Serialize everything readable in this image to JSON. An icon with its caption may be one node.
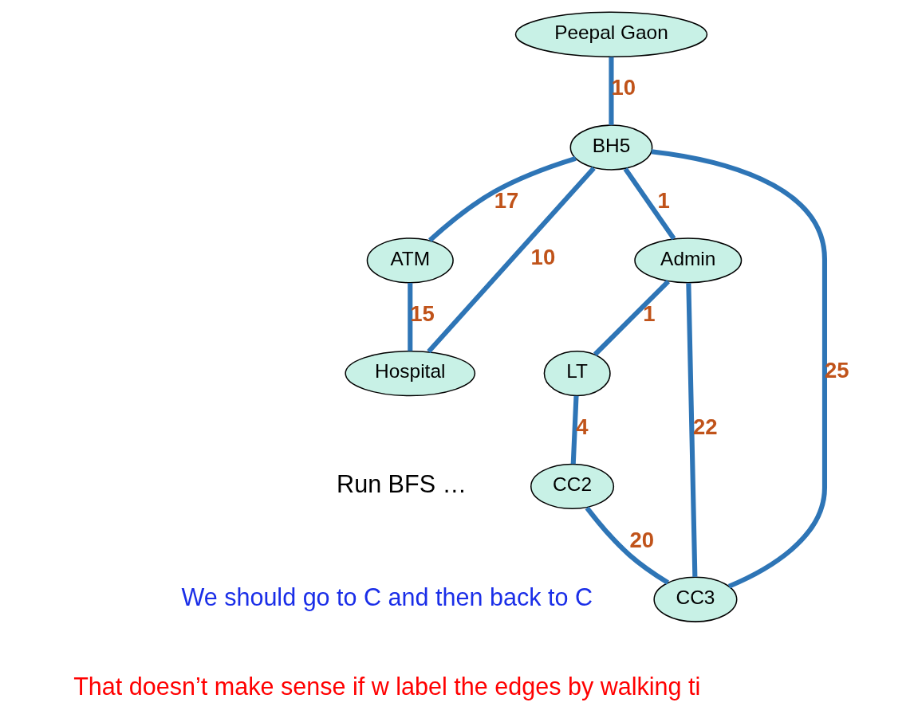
{
  "diagram": {
    "nodes": [
      {
        "text": [
          "ATM"
        ]
      },
      {
        "text": [
          "Peepal Gaon"
        ]
      },
      {
        "text": [
          "BH5"
        ]
      },
      {
        "text": [
          "Hospital"
        ]
      },
      {
        "text": [
          "Admin"
        ]
      },
      {
        "text": [
          "LT"
        ]
      },
      {
        "text": [
          "CC2"
        ]
      },
      {
        "text": [
          "CC3"
        ]
      }
    ],
    "edges": [
      {
        "from": 2,
        "to": 0,
        "arrow": "none",
        "label": "17"
      },
      {
        "from": 1,
        "to": 2,
        "arrow": "none",
        "label": "10"
      },
      {
        "from": 0,
        "to": 3,
        "arrow": "none",
        "label": "15"
      },
      {
        "from": 2,
        "to": 3,
        "arrow": "none",
        "label": "10"
      },
      {
        "from": 2,
        "to": 4,
        "arrow": "none",
        "label": "1"
      },
      {
        "from": 2,
        "to": 7,
        "arrow": "none",
        "label": "25"
      },
      {
        "from": 4,
        "to": 5,
        "arrow": "none",
        "label": "1"
      },
      {
        "from": 4,
        "to": 7,
        "arrow": "none",
        "label": "22"
      },
      {
        "from": 5,
        "to": 6,
        "arrow": "none",
        "label": "4"
      },
      {
        "from": 6,
        "to": 7,
        "arrow": "none",
        "label": "20"
      }
    ],
    "labels": [
      "Run BFS …",
      "We should go to C and then back to C",
      "That doesn’t make sense if w label the edges by walking ti"
    ]
  }
}
